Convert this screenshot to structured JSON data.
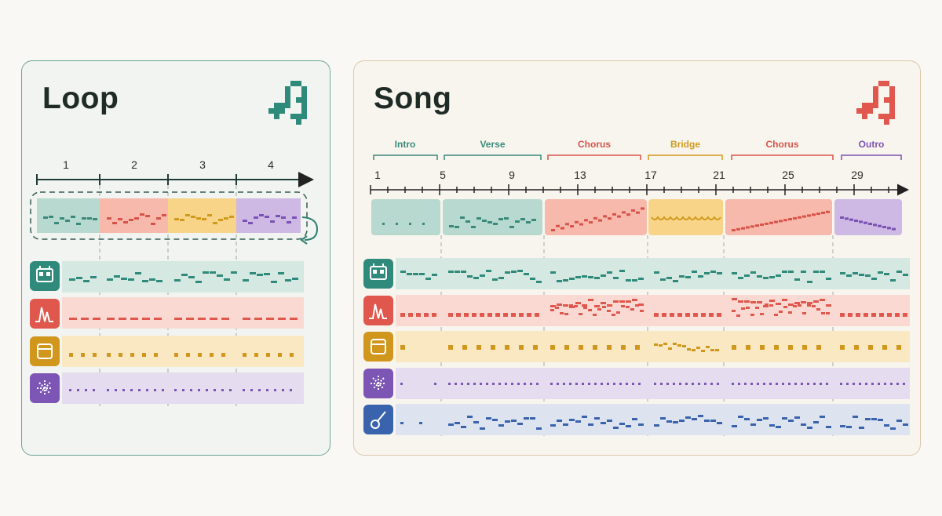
{
  "loop": {
    "title": "Loop",
    "bar_numbers": [
      "1",
      "2",
      "3",
      "4"
    ],
    "icon": "music-note-icon"
  },
  "song": {
    "title": "Song",
    "icon": "music-note-icon",
    "sections": [
      {
        "label": "Intro",
        "color": "#3a8a7c"
      },
      {
        "label": "Verse",
        "color": "#3a8a7c"
      },
      {
        "label": "Chorus",
        "color": "#d9534a"
      },
      {
        "label": "Bridge",
        "color": "#d19a1c"
      },
      {
        "label": "Chorus",
        "color": "#d9534a"
      },
      {
        "label": "Outro",
        "color": "#7a52b3"
      }
    ],
    "bar_numbers": [
      "1",
      "5",
      "9",
      "13",
      "17",
      "21",
      "25",
      "29"
    ]
  },
  "tracks": [
    {
      "name": "synth",
      "icon": "synth-robot-icon",
      "color": "#2f8a7b",
      "bg": "#d5e8e1"
    },
    {
      "name": "bass",
      "icon": "waveform-icon",
      "color": "#e0574d",
      "bg": "#f9d9d2"
    },
    {
      "name": "drums",
      "icon": "drum-icon",
      "color": "#d1961c",
      "bg": "#f9e8c2"
    },
    {
      "name": "pad",
      "icon": "sparkle-icon",
      "color": "#7c55b5",
      "bg": "#e5dcef"
    },
    {
      "name": "guitar",
      "icon": "guitar-icon",
      "color": "#3a63ad",
      "bg": "#dde3ef"
    }
  ],
  "colors": {
    "teal": "#3a8a7c",
    "red": "#d9534a",
    "yellow": "#d19a1c",
    "purple": "#7a52b3",
    "blue": "#3a63ad"
  }
}
